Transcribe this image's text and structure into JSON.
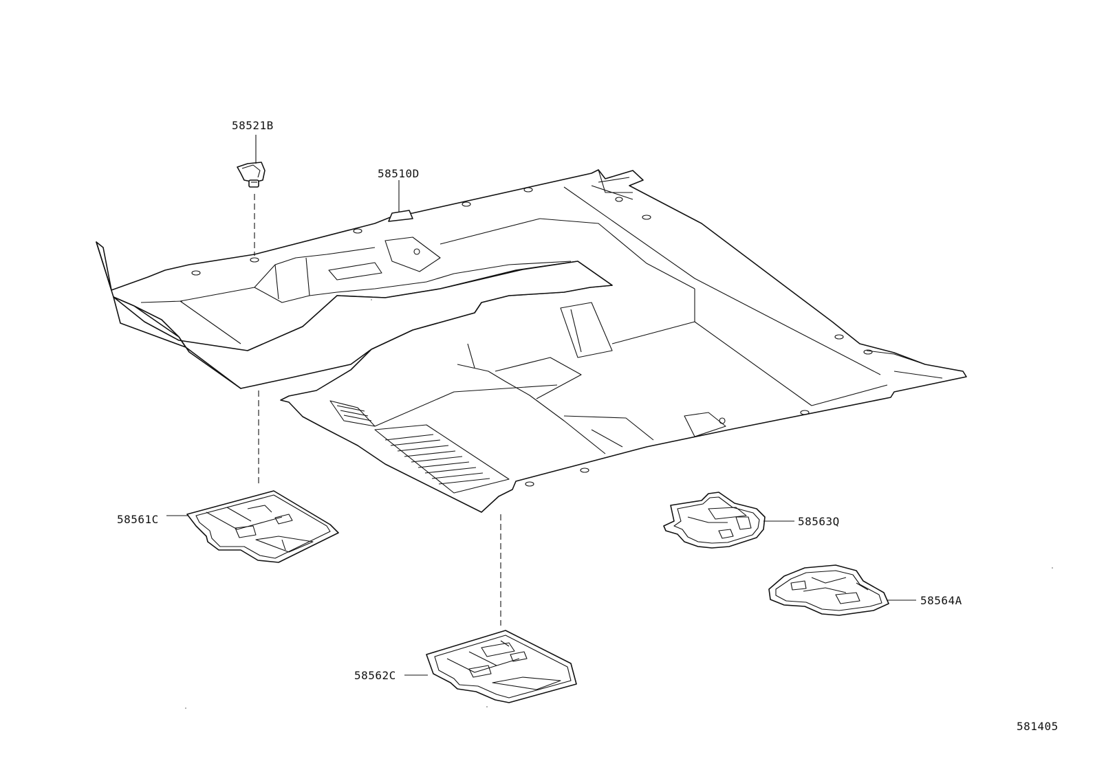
{
  "diagram": {
    "parts": [
      {
        "id": "clip",
        "label": "58521B"
      },
      {
        "id": "carpet",
        "label": "58510D"
      },
      {
        "id": "mat-front-left",
        "label": "58561C"
      },
      {
        "id": "mat-front-right",
        "label": "58562C"
      },
      {
        "id": "mat-rear-upper",
        "label": "58563Q"
      },
      {
        "id": "mat-rear-lower",
        "label": "58564A"
      }
    ],
    "figure_number": "581405"
  }
}
